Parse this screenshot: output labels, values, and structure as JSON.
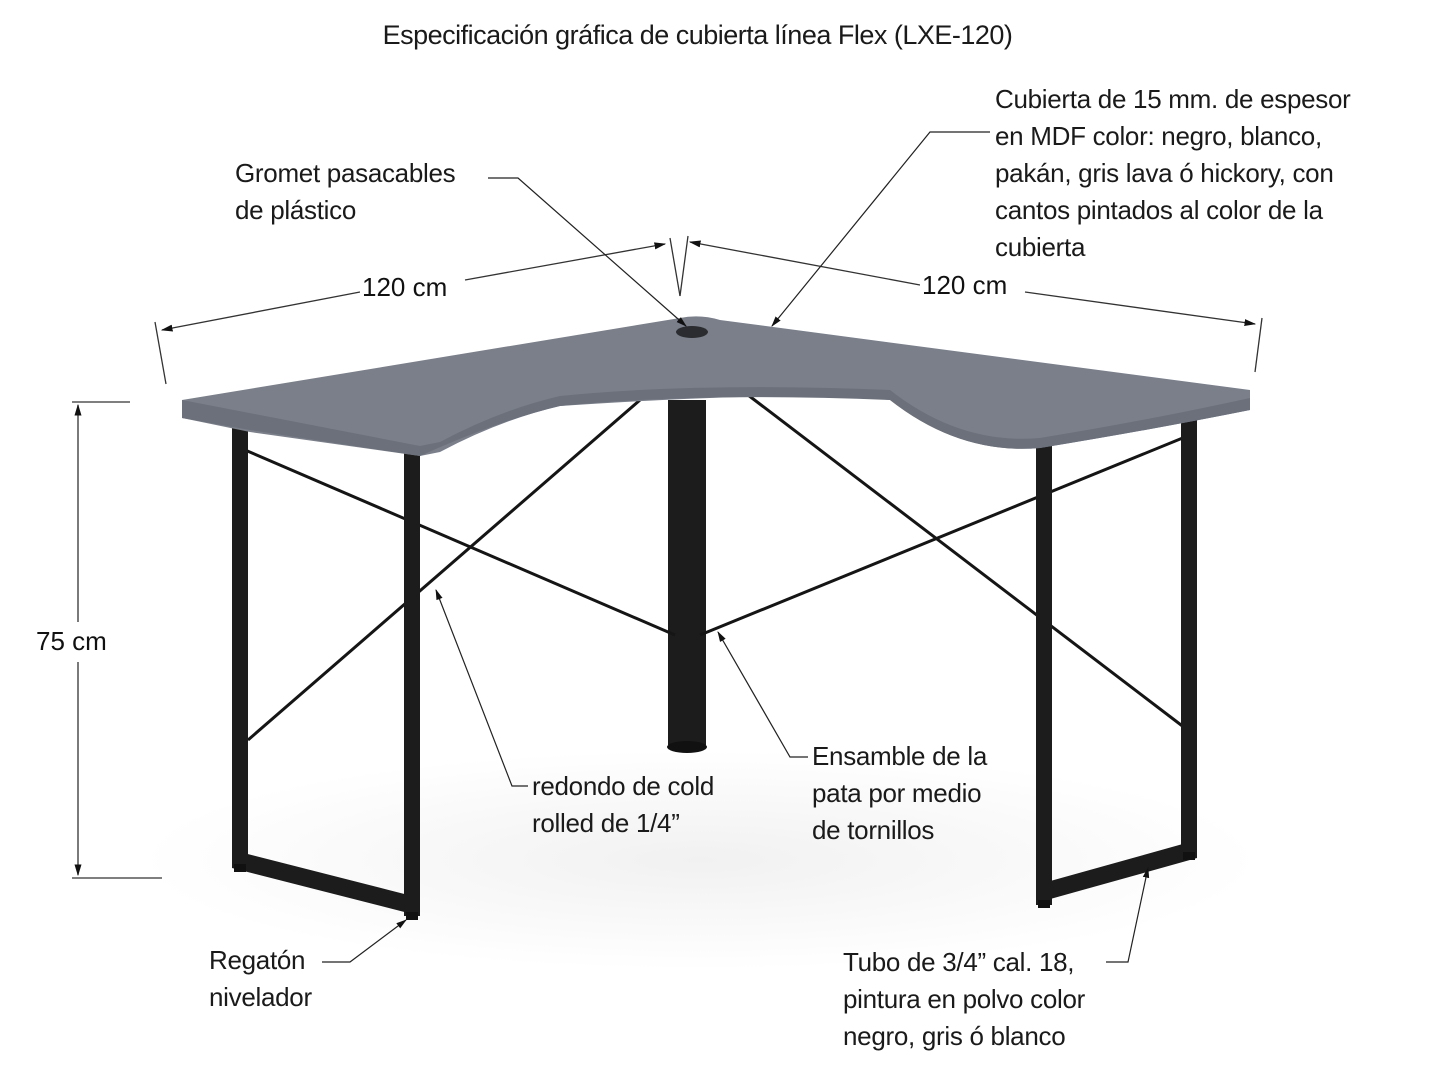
{
  "title": "Especificación gráfica de cubierta línea Flex (LXE-120)",
  "dimensions": {
    "width_left": "120 cm",
    "width_right": "120 cm",
    "height": "75 cm"
  },
  "annotations": {
    "gromet": [
      "Gromet pasacables",
      "de plástico"
    ],
    "cubierta": [
      "Cubierta de 15 mm. de espesor",
      "en MDF color: negro, blanco,",
      "pakán, gris lava ó hickory, con",
      "cantos pintados al color de la",
      "cubierta"
    ],
    "redondo": [
      "redondo de cold",
      "rolled de 1/4”"
    ],
    "ensamble": [
      "Ensamble de la",
      "pata por medio",
      "de tornillos"
    ],
    "regaton": [
      "Regatón",
      "nivelador"
    ],
    "tubo": [
      "Tubo de 3/4” cal. 18,",
      "pintura en polvo color",
      "negro, gris ó blanco"
    ]
  },
  "colors": {
    "desktop": "#7a7f8a",
    "desktop_edge": "#6b707b",
    "frame": "#1c1c1c",
    "leader": "#222222"
  }
}
